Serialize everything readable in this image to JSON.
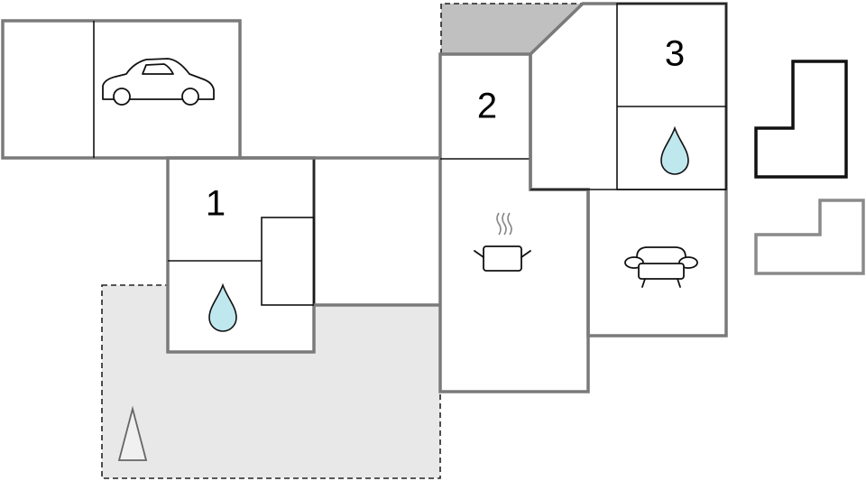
{
  "rooms": [
    {
      "number": "1"
    },
    {
      "number": "2"
    },
    {
      "number": "3"
    }
  ],
  "icons": [
    "car-icon",
    "water-drop-icon",
    "cooking-pot-icon",
    "sofa-icon",
    "compass-north-arrow-icon",
    "floor-level-upper-icon",
    "floor-level-lower-icon"
  ],
  "colors": {
    "wall": "#7a7a7a",
    "inner_line": "#111111",
    "terrace_fill": "#e8e8e8",
    "balcony_fill": "#c0c0c0",
    "water": "#bfe7ee",
    "north_arrow": "#f0f0f0"
  }
}
